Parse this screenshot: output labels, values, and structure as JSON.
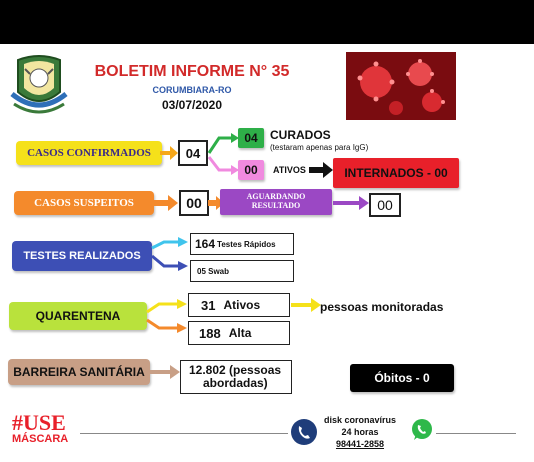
{
  "header": {
    "title": "BOLETIM INFORME N° 35",
    "city": "CORUMBIARA-RO",
    "date": "03/07/2020"
  },
  "confirmed": {
    "label": "CASOS CONFIRMADOS",
    "value": "04"
  },
  "cured": {
    "value": "04",
    "label": "CURADOS",
    "note": "(testaram apenas para IgG)"
  },
  "active": {
    "value": "00",
    "label": "ATIVOS"
  },
  "hospitalized": {
    "label": "INTERNADOS - 00"
  },
  "suspected": {
    "label": "CASOS SUSPEITOS",
    "value": "00"
  },
  "awaiting": {
    "label": "AGUARDANDO RESULTADO",
    "value": "00"
  },
  "tests": {
    "label": "TESTES REALIZADOS",
    "rapid": "164",
    "rapid_label": "Testes Rápidos",
    "swab": "05 Swab"
  },
  "quarantine": {
    "label": "QUARENTENA",
    "active_value": "31",
    "active_label": "Ativos",
    "monitored": "pessoas monitoradas",
    "discharged_value": "188",
    "discharged_label": "Alta"
  },
  "barrier": {
    "label": "BARREIRA SANITÁRIA",
    "value": "12.802",
    "line1": "(pessoas",
    "line2": "abordadas)"
  },
  "deaths": {
    "label": "Óbitos - 0"
  },
  "footer": {
    "use": "#USE",
    "mask": "MÁSCARA",
    "disk1": "disk coronavírus",
    "disk2": "24 horas",
    "phone": "98441-2858"
  },
  "colors": {
    "yellow": "#f5e11a",
    "green": "#2eaf48",
    "magenta": "#f08adf",
    "red": "#e8202a",
    "orange": "#f48a2c",
    "purple": "#9b48c4",
    "blue": "#3d4fb5",
    "cyan": "#40c4ec",
    "lime": "#b9e23c",
    "tan": "#c89f86",
    "navy": "#1f3d7a"
  }
}
